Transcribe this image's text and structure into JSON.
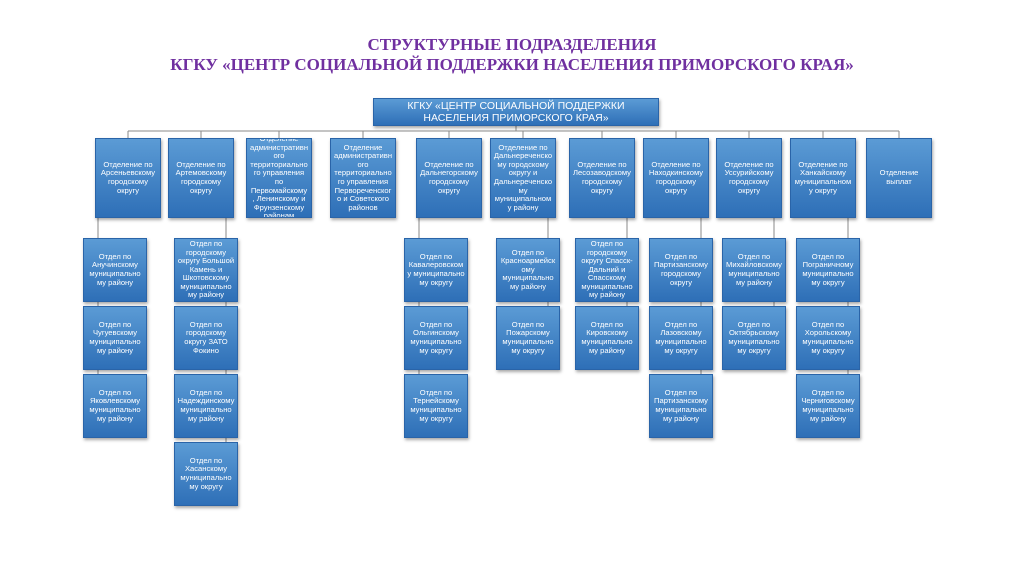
{
  "title_line1": "СТРУКТУРНЫЕ ПОДРАЗДЕЛЕНИЯ",
  "title_line2": "КГКУ «ЦЕНТР СОЦИАЛЬНОЙ ПОДДЕРЖКИ НАСЕЛЕНИЯ ПРИМОРСКОГО КРАЯ»",
  "root": "КГКУ «ЦЕНТР СОЦИАЛЬНОЙ ПОДДЕРЖКИ НАСЕЛЕНИЯ ПРИМОРСКОГО КРАЯ»",
  "departments": [
    {
      "label": "Отделение по Арсеньевскому городскому округу",
      "children": [
        "Отдел по Анучинскому муниципально му району",
        "Отдел по Чугуевскому муниципально му району",
        "Отдел по Яковлевскому муниципально му району"
      ]
    },
    {
      "label": "Отделение по Артемовскому городскому округу",
      "children": [
        "Отдел по городскому округу Большой Камень и Шкотовскому муниципально му району",
        "Отдел по городскому округу ЗАТО Фокино",
        "Отдел по Надеждинскому муниципально му району",
        "Отдел по Хасанскому муниципально му округу"
      ]
    },
    {
      "label": "Отделение административного территориального управления по Первомайскому , Ленинскому и Фрунзенскому районам",
      "children": []
    },
    {
      "label": "Отделение административного территориального управления Первореченского и Советского районов",
      "children": []
    },
    {
      "label": "Отделение по Дальнегорскому городскому округу",
      "children": [
        "Отдел по Кавалеровскому муниципально му округу",
        "Отдел по Ольгинскому муниципально му округу",
        "Отдел по Тернейскому муниципально му округу"
      ]
    },
    {
      "label": "Отделение по Дальнереченскому городскому округу и Дальнереченскому муниципальному району",
      "children": [
        "Отдел по Красноармейскому муниципально му району",
        "Отдел по Пожарскому муниципально му округу"
      ]
    },
    {
      "label": "Отделение по Лесозаводскому городскому округу",
      "children": [
        "Отдел по городскому округу Спасск-Дальний и Спасскому муниципально му району",
        "Отдел по Кировскому муниципально му району"
      ]
    },
    {
      "label": "Отделение по Находкинскому городскому округу",
      "children": [
        "Отдел по Партизанскому городскому округу",
        "Отдел по Лазовскому муниципально му округу",
        "Отдел по Партизанскому муниципально му району"
      ]
    },
    {
      "label": "Отделение по Уссурийскому городскому округу",
      "children": [
        "Отдел по Михайловскому муниципально му району",
        "Отдел по Октябрьскому муниципально му округу"
      ]
    },
    {
      "label": "Отделение по Ханкайскому муниципальному округу",
      "children": [
        "Отдел по Пограничному муниципально му округу",
        "Отдел по Хорольскому муниципально му округу",
        "Отдел по Черниговскому муниципально му району"
      ]
    },
    {
      "label": "Отделение выплат",
      "children": []
    }
  ]
}
